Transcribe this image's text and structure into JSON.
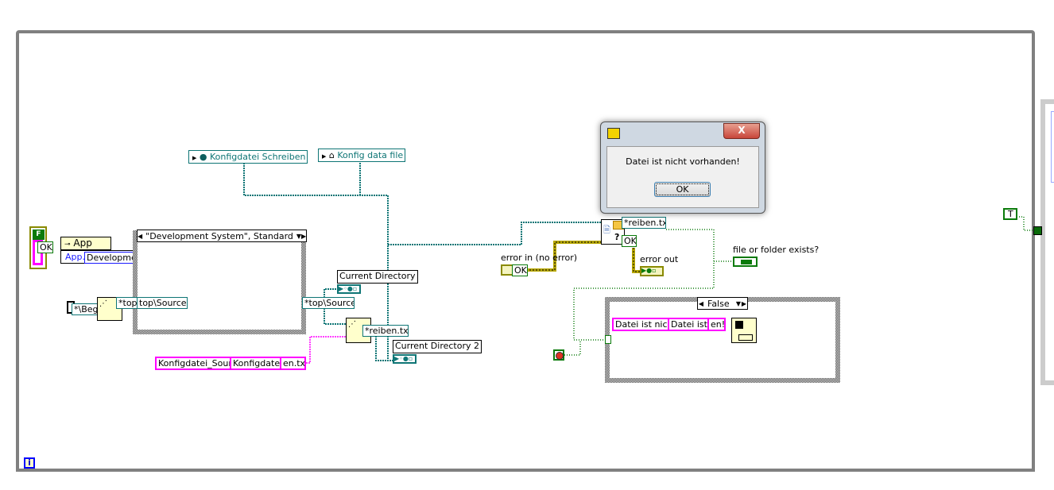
{
  "diagram": {
    "sequence_frame": {
      "info_icon": "i"
    },
    "case_structure_1": {
      "selector": "\"Development System\", Standard"
    },
    "case_structure_2": {
      "selector": "False"
    },
    "constants": {
      "bool_false": "F",
      "error_cluster_ok": "OK",
      "app_property_node_header": "App",
      "app_property_node_property": "App.",
      "app_kind_value": "Developmen",
      "path_begin": "*\\Beg",
      "path_top": "*top",
      "path_top_source": "top\\Source",
      "path_top_source_out": "*top\\Source",
      "config_filename_left": "Konfigdatei_Sour",
      "config_filename_mid": "Konfigdate*",
      "config_filename_right": "en.txt",
      "built_path": "*reiben.txt",
      "file_exists_path": "*reiben.txt",
      "file_exists_error_ok": "OK",
      "error_in_ok": "OK",
      "msg_left": "Datei ist nich",
      "msg_mid": "Datei ist *",
      "msg_right": "en!",
      "true_const": "T"
    },
    "controls": {
      "konfigdatei_schreiben": "Konfigdatei Schreiben",
      "konfig_data_file": "Konfig data file"
    },
    "labels": {
      "current_directory": "Current Directory",
      "current_directory_2": "Current Directory 2",
      "error_in": "error in (no error)",
      "error_out": "error out",
      "file_or_folder_exists": "file or folder exists?"
    },
    "colors": {
      "path_wire": "#0e7575",
      "string_wire": "#ff00ff",
      "bool_wire": "#0a7a0a",
      "error_wire": "#b8a800",
      "frame": "#808080"
    }
  },
  "dialog": {
    "message": "Datei ist nicht vorhanden!",
    "ok_label": "OK",
    "close_label": "X"
  }
}
